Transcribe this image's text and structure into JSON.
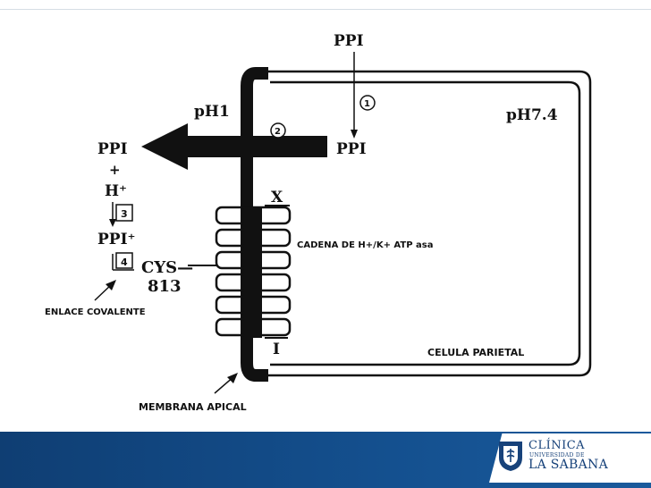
{
  "diagram": {
    "ppi_top": "PPI",
    "step1": "1",
    "ph_inside": "pH7.4",
    "ph_outside": "pH1",
    "step2": "2",
    "ppi_inside": "PPI",
    "ppi_left": "PPI",
    "plus": "+",
    "h_plus": "H⁺",
    "step3": "3",
    "ppi_plus": "PPI⁺",
    "step4": "4",
    "cys_label": "CYS—",
    "cys_number": "813",
    "covalent_bond": "ENLACE COVALENTE",
    "chain_x": "X",
    "chain_i": "I",
    "chain_label": "CADENA DE H+/K+ ATP asa",
    "parietal_cell": "CELULA PARIETAL",
    "apical_membrane": "MEMBRANA APICAL"
  },
  "footer": {
    "brand_line1": "CLÍNICA",
    "brand_line2": "UNIVERSIDAD DE",
    "brand_line3": "LA SABANA"
  },
  "colors": {
    "footer_band": "#14508f",
    "logo_blue": "#17427a"
  }
}
